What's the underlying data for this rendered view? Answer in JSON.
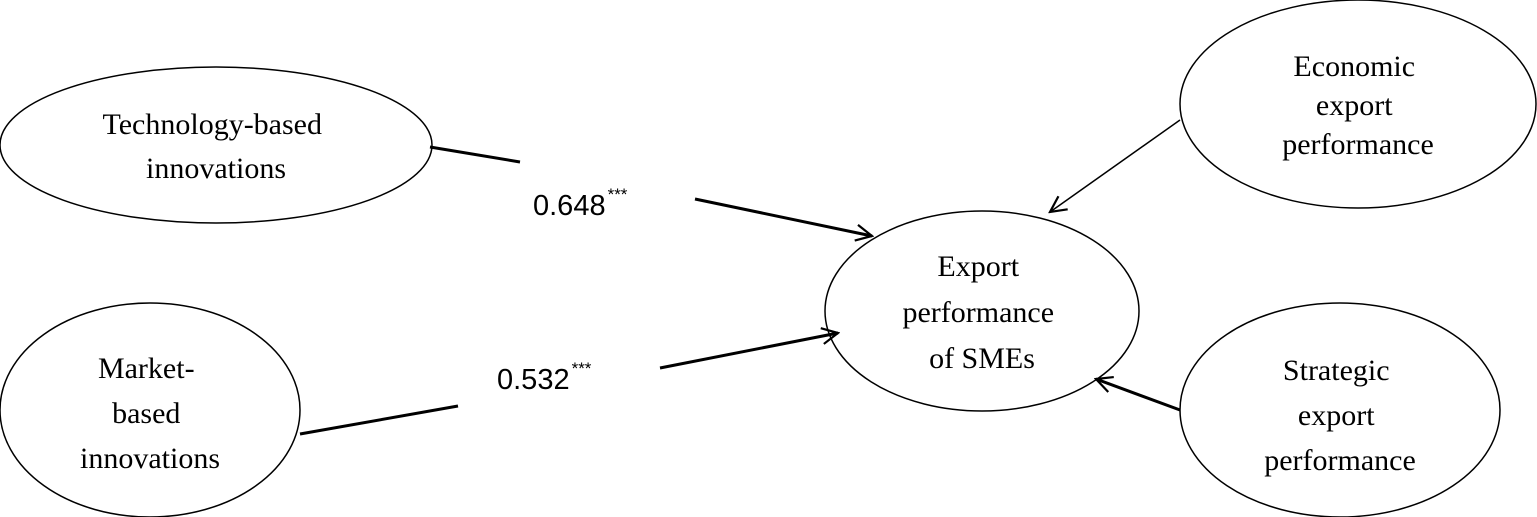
{
  "nodes": {
    "technology": {
      "lines": [
        "Technology-based",
        "innovations"
      ]
    },
    "market": {
      "lines": [
        "Market-",
        "based",
        "innovations"
      ]
    },
    "export": {
      "lines": [
        "Export",
        "performance",
        "of SMEs"
      ]
    },
    "economic": {
      "lines": [
        "Economic",
        "export",
        "performance"
      ]
    },
    "strategic": {
      "lines": [
        "Strategic",
        "export",
        "performance"
      ]
    }
  },
  "paths": {
    "technology_to_export": {
      "value": "0.648",
      "sig": "***"
    },
    "market_to_export": {
      "value": "0.532",
      "sig": "***"
    }
  }
}
